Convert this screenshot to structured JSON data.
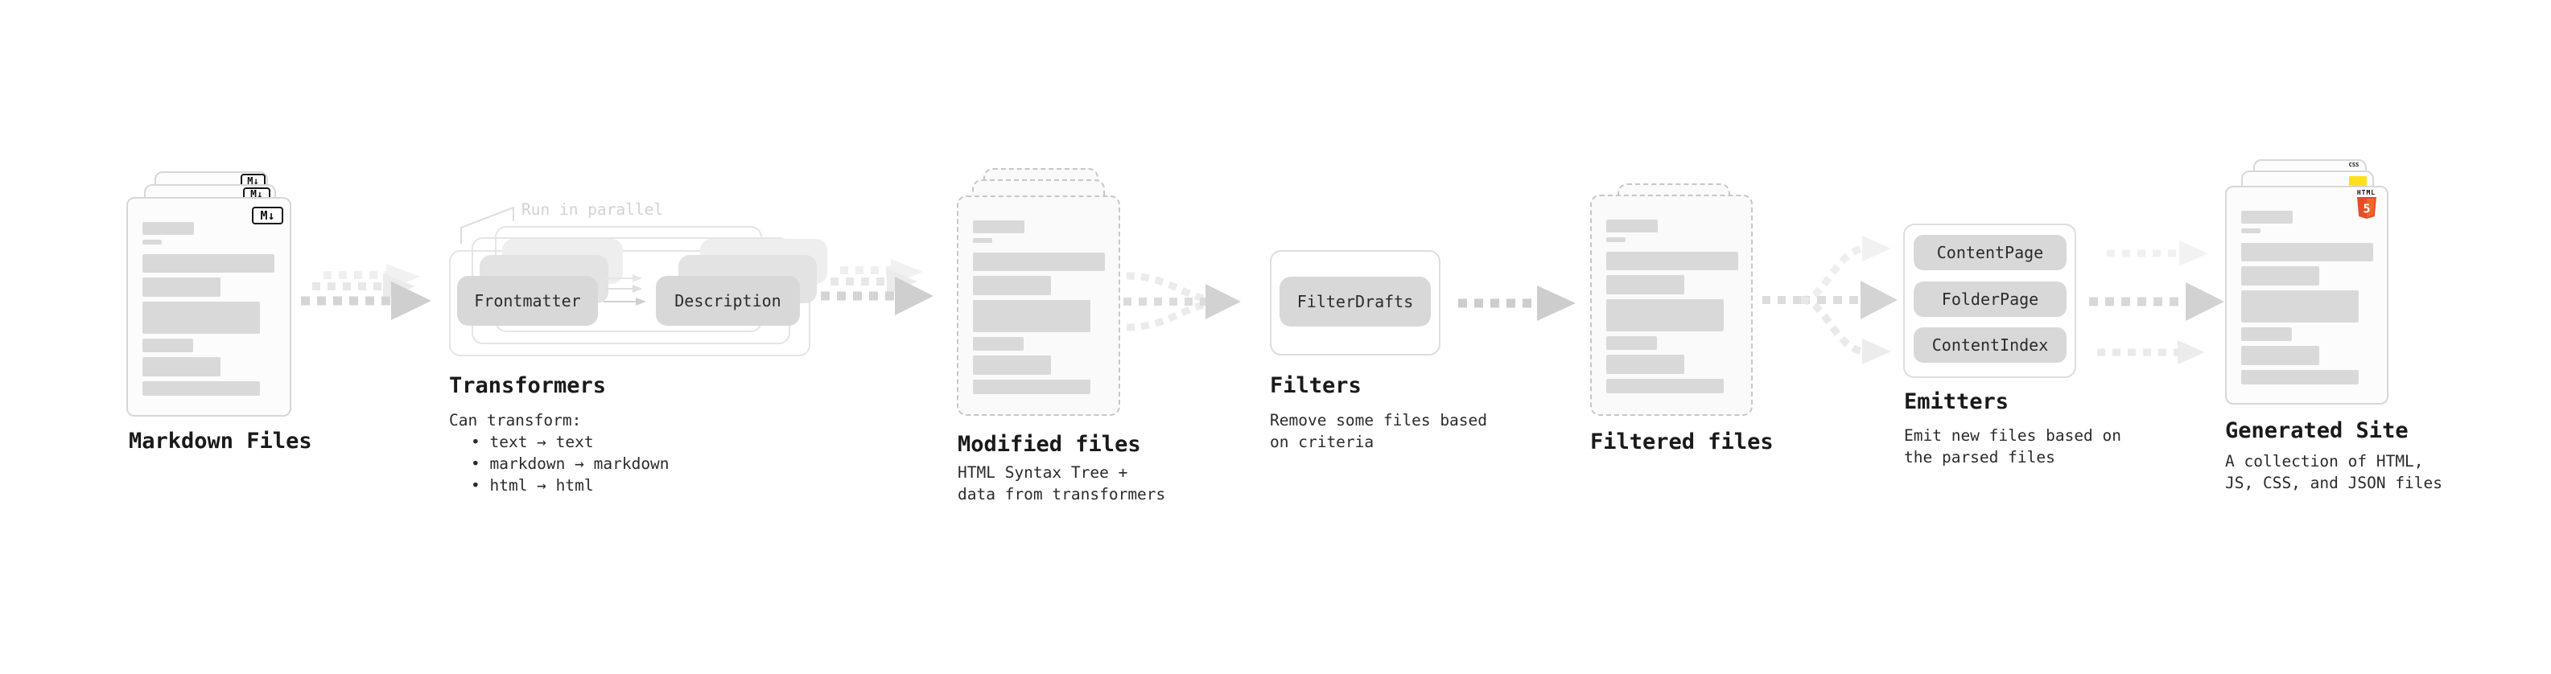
{
  "diagram": {
    "stages": {
      "markdown": {
        "title": "Markdown Files",
        "icon_label": "M↓"
      },
      "transformers": {
        "title": "Transformers",
        "note": "Run in parallel",
        "pill_left": "Frontmatter",
        "pill_right": "Description",
        "desc_heading": "Can transform:",
        "bullets": [
          "• text → text",
          "• markdown → markdown",
          "• html → html"
        ]
      },
      "modified": {
        "title": "Modified files",
        "desc1": "HTML Syntax Tree +",
        "desc2": "data from transformers"
      },
      "filters": {
        "title": "Filters",
        "pill": "FilterDrafts",
        "desc1": "Remove some files based",
        "desc2": "on criteria"
      },
      "filtered": {
        "title": "Filtered files"
      },
      "emitters": {
        "title": "Emitters",
        "pills": [
          "ContentPage",
          "FolderPage",
          "ContentIndex"
        ],
        "desc1": "Emit new files based on",
        "desc2": "the parsed files"
      },
      "generated": {
        "title": "Generated Site",
        "desc1": "A collection of HTML,",
        "desc2": "JS, CSS, and JSON files",
        "css_icon_label": "CSS",
        "html_icon_label": "HTML",
        "html_icon_number": "5"
      }
    },
    "colors": {
      "html5_orange_dark": "#e44d26",
      "html5_orange_light": "#f16529",
      "js_yellow": "#ffdf1e",
      "css_blue": "#2b5ce6",
      "bar_gray": "#d9d9d9",
      "arrow_gray": "#cfcfcf"
    }
  }
}
